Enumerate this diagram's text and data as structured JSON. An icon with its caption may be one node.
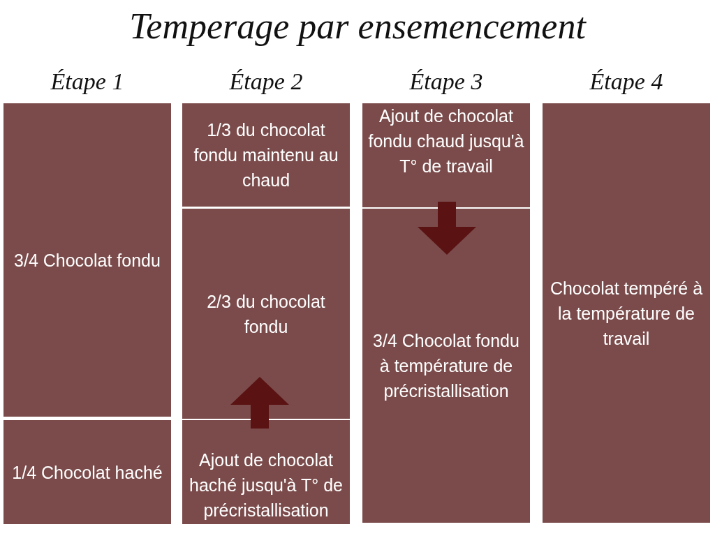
{
  "diagram": {
    "title": "Temperage par ensemencement",
    "nodes": [
      {
        "text": [
          "3/4 Chocolat fondu"
        ]
      },
      {
        "text": [
          "1/4 Chocolat haché"
        ]
      },
      {
        "text": [
          "1/3 du chocolat fondu maintenu au chaud"
        ]
      },
      {
        "text": [
          "2/3 du chocolat fondu"
        ]
      },
      {
        "text": [
          "Ajout de chocolat haché jusqu'à T° de précristallisation"
        ]
      },
      {
        "text": [
          "Ajout de chocolat fondu chaud jusqu'à T° de travail"
        ]
      },
      {
        "text": [
          "3/4 Chocolat fondu à température de précristallisation"
        ]
      },
      {
        "text": [
          "Chocolat tempéré à la température de travail"
        ]
      }
    ],
    "edges": [
      {
        "from": 4,
        "to": 3,
        "arrow": "to"
      },
      {
        "from": 5,
        "to": 6,
        "arrow": "to"
      }
    ],
    "labels": [
      "Étape 1",
      "Étape 2",
      "Étape 3",
      "Étape 4"
    ]
  }
}
